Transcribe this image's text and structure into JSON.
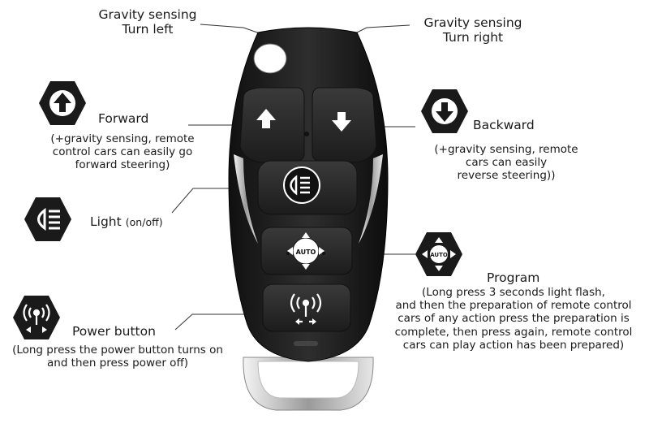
{
  "callouts": {
    "gravity_left": {
      "line1": "Gravity sensing",
      "line2": "Turn left"
    },
    "gravity_right": {
      "line1": "Gravity sensing",
      "line2": "Turn  right"
    },
    "forward": {
      "title": "Forward",
      "desc": [
        "(+gravity sensing, remote",
        "control cars can easily go",
        "forward steering)"
      ]
    },
    "backward": {
      "title": "Backward",
      "desc": [
        "(+gravity sensing, remote",
        "cars can easily",
        "reverse steering))"
      ]
    },
    "light": {
      "title": "Light",
      "note": "(on/off)"
    },
    "program": {
      "title": "Program",
      "desc": [
        "(Long press 3 seconds light flash,",
        "and then the preparation of remote control",
        "cars of any action press the preparation is",
        "complete, then press again, remote control",
        "cars can play action has been prepared)"
      ]
    },
    "power": {
      "title": "Power button",
      "desc": [
        "(Long press the power button turns on",
        "and then press power off)"
      ]
    }
  },
  "remote": {
    "badge_text": "AUTO",
    "icons": {
      "forward": "arrow-up-icon",
      "backward": "arrow-down-icon",
      "light": "headlight-icon",
      "program": "auto-program-icon",
      "power": "antenna-signal-icon"
    }
  },
  "colors": {
    "hex_badge": "#1a1a1a",
    "text": "#1a1a1a",
    "remote_body": "#202020",
    "chrome": "#d8d8d8"
  }
}
